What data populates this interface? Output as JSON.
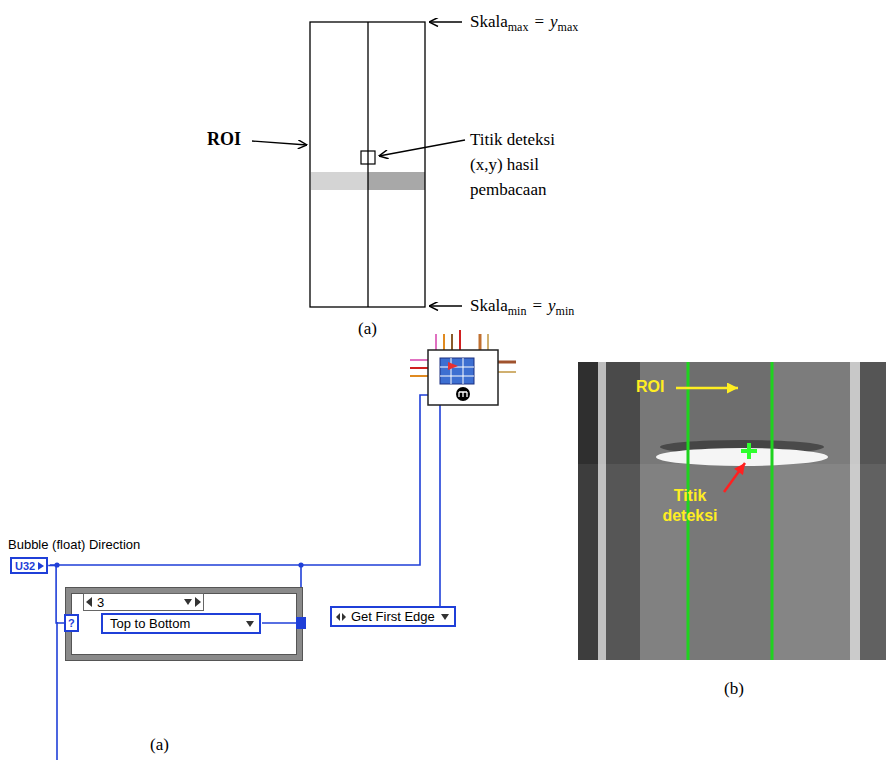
{
  "diagram": {
    "nodes": [
      {
        "text": [
          "U32"
        ]
      },
      {
        "text": [
          "3"
        ]
      },
      {
        "text": [
          "?"
        ],
        "in": 1
      },
      {
        "text": [
          "Top to Bottom"
        ],
        "in": 1
      },
      {
        "text": [
          "Get First Edge"
        ]
      }
    ],
    "edges": [
      {
        "from": 0,
        "to": 2,
        "arrow": "none"
      }
    ],
    "labels": [
      "Skala",
      "max",
      "=",
      "y",
      "max",
      "ROI",
      "Titik deteksi (x,y) hasil pembacaan",
      "Skala",
      "min",
      "=",
      "y",
      "min",
      "(a)",
      "Bubble (float) Direction",
      "(a)",
      "ROI",
      "Titik deteksi",
      "(b)"
    ]
  }
}
